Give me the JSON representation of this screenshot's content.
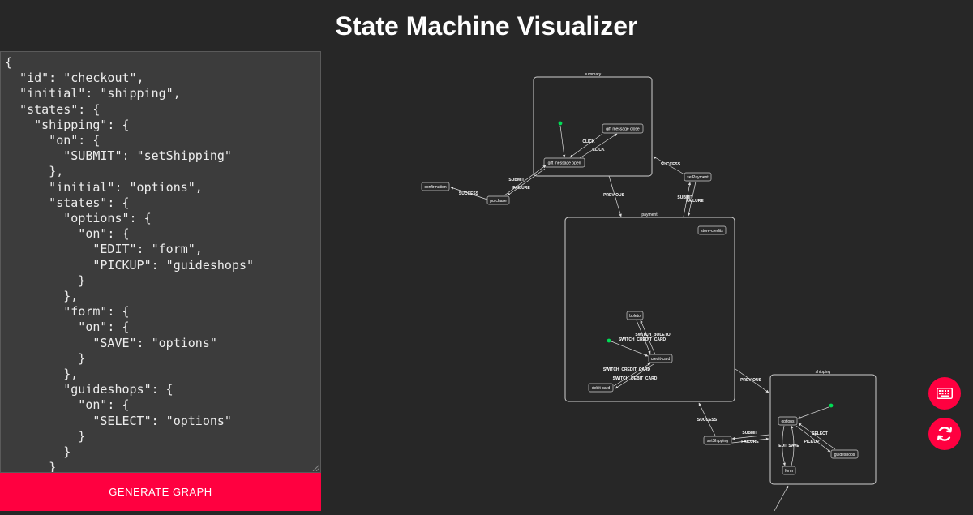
{
  "header": {
    "title": "State Machine Visualizer"
  },
  "editor": {
    "code": "{\n  \"id\": \"checkout\",\n  \"initial\": \"shipping\",\n  \"states\": {\n    \"shipping\": {\n      \"on\": {\n        \"SUBMIT\": \"setShipping\"\n      },\n      \"initial\": \"options\",\n      \"states\": {\n        \"options\": {\n          \"on\": {\n            \"EDIT\": \"form\",\n            \"PICKUP\": \"guideshops\"\n          }\n        },\n        \"form\": {\n          \"on\": {\n            \"SAVE\": \"options\"\n          }\n        },\n        \"guideshops\": {\n          \"on\": {\n            \"SELECT\": \"options\"\n          }\n        }\n      }"
  },
  "actions": {
    "generate_label": "GENERATE GRAPH"
  },
  "graph": {
    "compound_labels": [
      "summary",
      "payment",
      "shipping"
    ],
    "states": [
      "gift message close",
      "gift message open",
      "confirmation",
      "purchase",
      "setPayment",
      "store-credits",
      "boleto",
      "credit-card",
      "debit-card",
      "setShipping",
      "options",
      "guideshops",
      "form"
    ],
    "events": [
      "CLICK",
      "CLICK",
      "SUBMIT",
      "FAILURE",
      "SUCCESS",
      "PREVIOUS",
      "SUCCESS",
      "SUBMIT",
      "FAILURE",
      "SWITCH_BOLETO",
      "SWITCH_CREDIT_CARD",
      "SWITCH_CREDIT_CARD",
      "SWITCH_DEBIT_CARD",
      "PREVIOUS",
      "SUCCESS",
      "SUBMIT",
      "FAILURE",
      "SELECT",
      "PICKUP",
      "EDIT",
      "SAVE"
    ]
  },
  "fabs": {
    "keyboard_icon": "keyboard-icon",
    "refresh_icon": "refresh-icon"
  },
  "colors": {
    "accent": "#ff0040",
    "initial_dot": "#00dd55",
    "background": "#272727"
  }
}
